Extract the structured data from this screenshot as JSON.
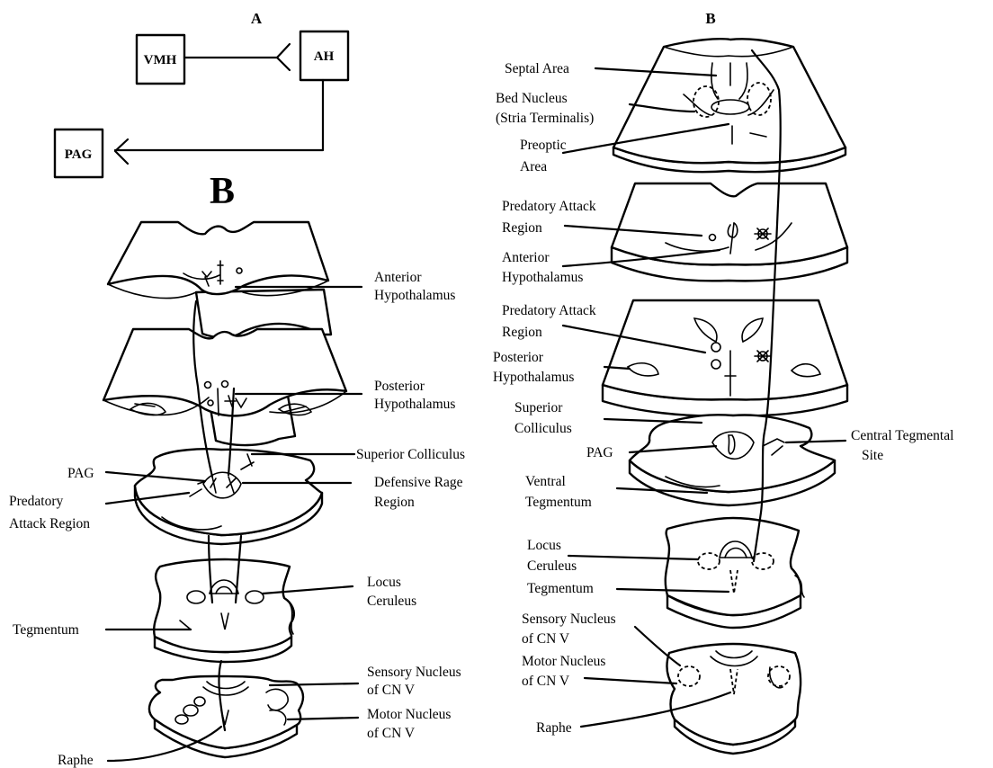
{
  "panel_a": {
    "title": "A",
    "boxes": {
      "vmh": "VMH",
      "ah": "AH",
      "pag": "PAG"
    },
    "sub_title": "B",
    "labels": {
      "anterior_1": "Anterior",
      "anterior_2": "Hypothalamus",
      "posterior_1": "Posterior",
      "posterior_2": "Hypothalamus",
      "superior_colliculus": "Superior Colliculus",
      "pag": "PAG",
      "defensive_1": "Defensive Rage",
      "defensive_2": "Region",
      "predatory_1": "Predatory",
      "predatory_2": "Attack Region",
      "locus_1": "Locus",
      "locus_2": "Ceruleus",
      "tegmentum": "Tegmentum",
      "sensory_1": "Sensory Nucleus",
      "sensory_2": "of CN V",
      "motor_1": "Motor Nucleus",
      "motor_2": "of CN V",
      "raphe": "Raphe"
    }
  },
  "panel_b": {
    "title": "B",
    "labels": {
      "septal": "Septal Area",
      "bed_1": "Bed Nucleus",
      "bed_2": "(Stria Terminalis)",
      "preoptic_1": "Preoptic",
      "preoptic_2": "Area",
      "pred1_1": "Predatory Attack",
      "pred1_2": "Region",
      "anterior_1": "Anterior",
      "anterior_2": "Hypothalamus",
      "pred2_1": "Predatory Attack",
      "pred2_2": "Region",
      "posterior_1": "Posterior",
      "posterior_2": "Hypothalamus",
      "superior_1": "Superior",
      "superior_2": "Colliculus",
      "pag": "PAG",
      "central_1": "Central Tegmental",
      "central_2": "Site",
      "ventral_1": "Ventral",
      "ventral_2": "Tegmentum",
      "locus_1": "Locus",
      "locus_2": "Ceruleus",
      "tegmentum": "Tegmentum",
      "sensory_1": "Sensory Nucleus",
      "sensory_2": "of CN V",
      "motor_1": "Motor Nucleus",
      "motor_2": "of CN V",
      "raphe": "Raphe"
    }
  }
}
